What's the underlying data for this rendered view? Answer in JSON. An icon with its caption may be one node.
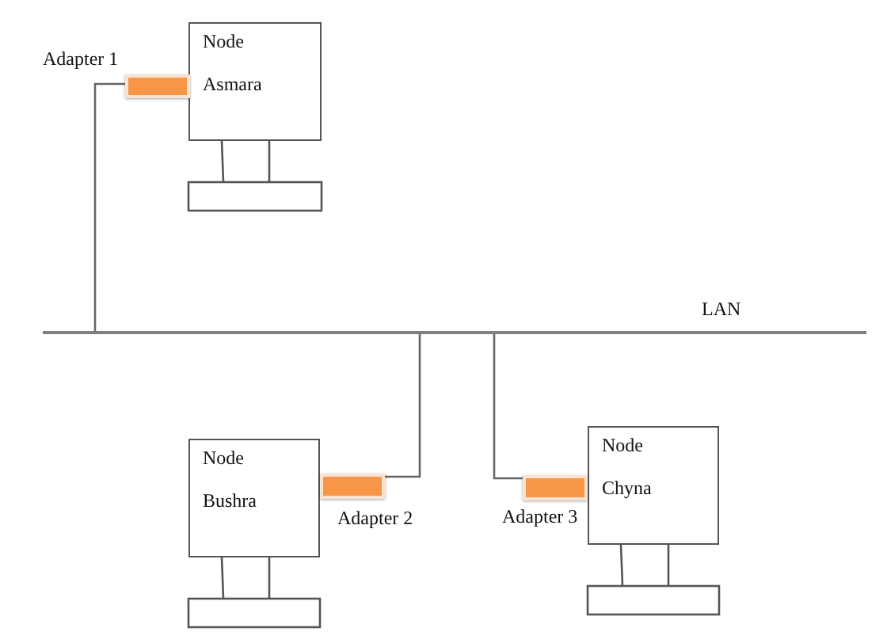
{
  "diagram": {
    "nodes": [
      {
        "text": [
          "Node",
          "Asmara"
        ]
      },
      {
        "text": [],
        "shape": "bar",
        "beside": [
          "Adapter 1"
        ]
      },
      {
        "text": [],
        "shape": "line",
        "beside": [
          "LAN"
        ]
      },
      {
        "text": [
          "Node",
          "Bushra"
        ]
      },
      {
        "text": [],
        "shape": "bar",
        "beside": [
          "Adapter 2"
        ]
      },
      {
        "text": [],
        "shape": "bar",
        "beside": [
          "Adapter 3"
        ]
      },
      {
        "text": [
          "Node",
          "Chyna"
        ]
      }
    ],
    "edges": [
      {
        "from": 1,
        "to": 2,
        "arrow": "none"
      },
      {
        "from": 4,
        "to": 2,
        "arrow": "none"
      },
      {
        "from": 5,
        "to": 2,
        "arrow": "none"
      }
    ]
  }
}
